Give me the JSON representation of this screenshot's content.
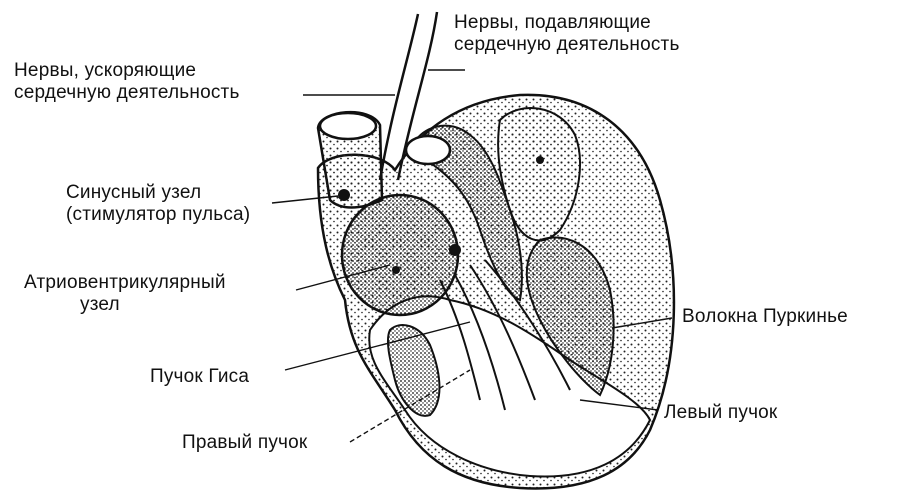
{
  "labels": {
    "nerves_inhibit": [
      "Нервы, подавляющие",
      "сердечную деятельность"
    ],
    "nerves_accelerate": [
      "Нервы, ускоряющие",
      "сердечную деятельность"
    ],
    "sinus_node": [
      "Синусный узел",
      "(стимулятор пульса)"
    ],
    "av_node": [
      "Атриовентрикулярный",
      "узел"
    ],
    "his_bundle": "Пучок Гиса",
    "right_bundle": "Правый пучок",
    "purkinje": "Волокна Пуркинье",
    "left_bundle": "Левый пучок"
  },
  "colors": {
    "ink": "#111111",
    "background": "#ffffff"
  }
}
